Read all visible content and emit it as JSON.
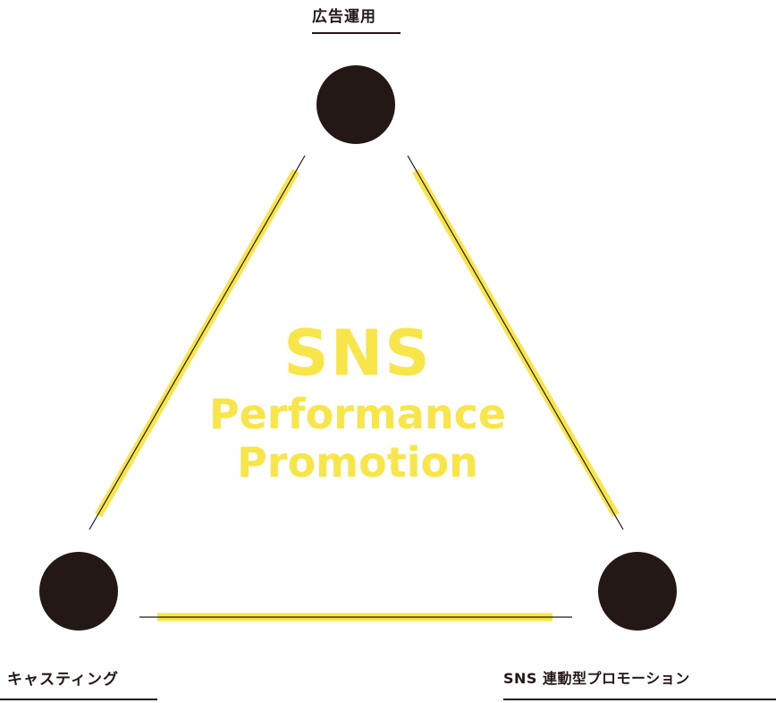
{
  "nodes": {
    "top": {
      "label": "広告運用"
    },
    "bottom_left": {
      "label": "キャスティング"
    },
    "bottom_right": {
      "label": "SNS 連動型プロモーション"
    }
  },
  "center": {
    "line1": "SNS",
    "line2": "Performance",
    "line3": "Promotion"
  },
  "colors": {
    "node": "#231815",
    "highlight": "#f8e54a",
    "line": "#231815"
  }
}
